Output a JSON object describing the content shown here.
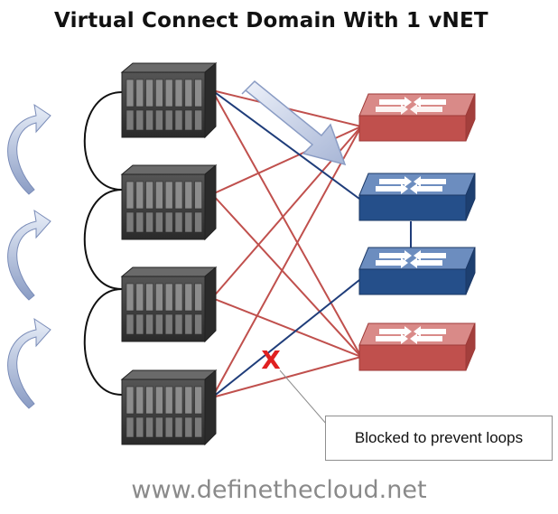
{
  "title": "Virtual Connect Domain With 1 vNET",
  "callout": "Blocked to prevent loops",
  "footer": "www.definethecloud.net",
  "blocked_marker": "X",
  "colors": {
    "active_link": "#c0504d",
    "blocked_link": "#1f3d7a",
    "red_switch": "#c0504d",
    "blue_switch": "#254f8a",
    "server": "#3a3a3a",
    "arrow": "#aab8d6"
  }
}
